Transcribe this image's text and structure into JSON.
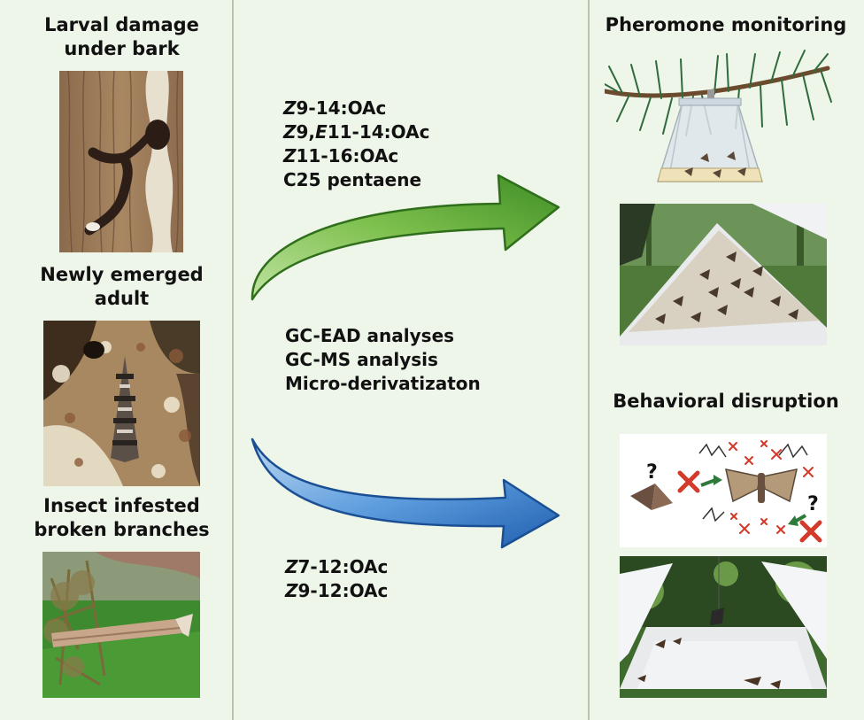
{
  "left": {
    "larval_label_1": "Larval damage",
    "larval_label_2": "under bark",
    "adult_label_1": "Newly emerged",
    "adult_label_2": "adult",
    "branches_label_1": "Insect infested",
    "branches_label_2": "broken branches"
  },
  "middle": {
    "top_compounds": [
      {
        "prefix": "Z",
        "rest": "9-14:OAc"
      },
      {
        "prefix": "Z",
        "mid": "9,",
        "prefix2": "E",
        "rest": "11-14:OAc"
      },
      {
        "prefix": "Z",
        "rest": "11-16:OAc"
      },
      {
        "text": "C25 pentaene"
      }
    ],
    "methods": [
      "GC-EAD analyses",
      "GC-MS analysis",
      "Micro-derivatizaton"
    ],
    "bottom_compounds": [
      {
        "prefix": "Z",
        "rest": "7-12:OAc"
      },
      {
        "prefix": "Z",
        "rest": "9-12:OAc"
      }
    ]
  },
  "right": {
    "pheromone_label": "Pheromone monitoring",
    "disruption_label": "Behavioral disruption"
  },
  "colors": {
    "background": "#eef5e9",
    "green_arrow": "#5aa832",
    "blue_arrow": "#2e78c8",
    "x_mark": "#d43a2a"
  }
}
